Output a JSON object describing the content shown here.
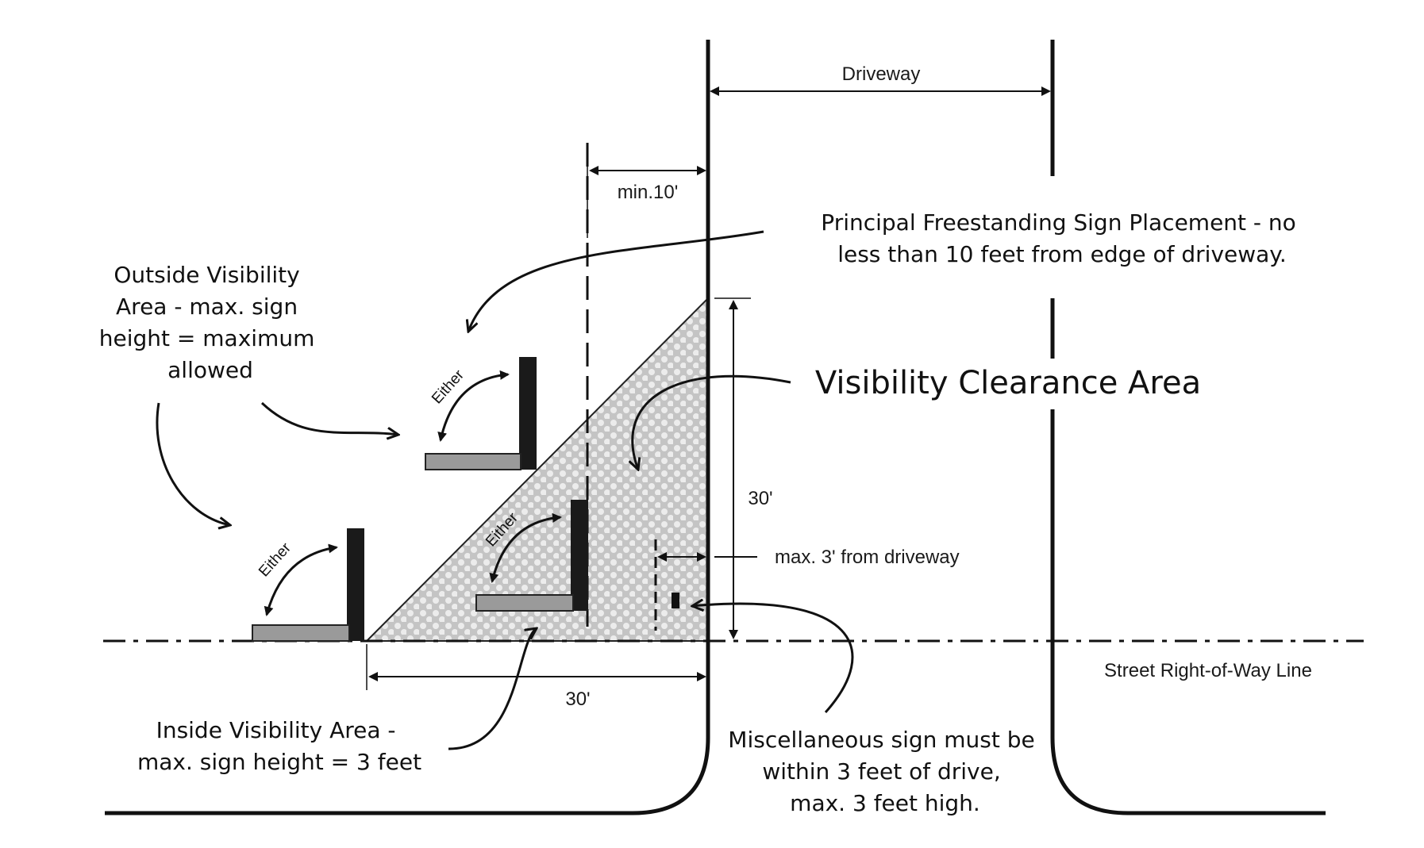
{
  "labels": {
    "driveway": "Driveway",
    "min_setback": "min.10'",
    "principal_sign": [
      "Principal Freestanding Sign Placement - no",
      "less than 10 feet from edge of driveway."
    ],
    "outside_area": [
      "Outside Visibility",
      "Area - max. sign",
      "height = maximum",
      "allowed"
    ],
    "visibility_area": "Visibility Clearance Area",
    "either": "Either",
    "vertical_30": "30'",
    "max_3_from_driveway": "max. 3' from driveway",
    "row_line": "Street Right-of-Way Line",
    "horizontal_30": "30'",
    "inside_area": [
      "Inside Visibility Area -",
      "max. sign height = 3 feet"
    ],
    "misc_sign": [
      "Miscellaneous sign must be",
      "within 3 feet of drive,",
      "max. 3 feet high."
    ]
  },
  "colors": {
    "line": "#111111",
    "sign_post": "#1a1a1a",
    "sign_base": "#9a9a9a",
    "clearance_fill": "#c9c9c9",
    "clearance_dot": "#f2f2f2"
  }
}
